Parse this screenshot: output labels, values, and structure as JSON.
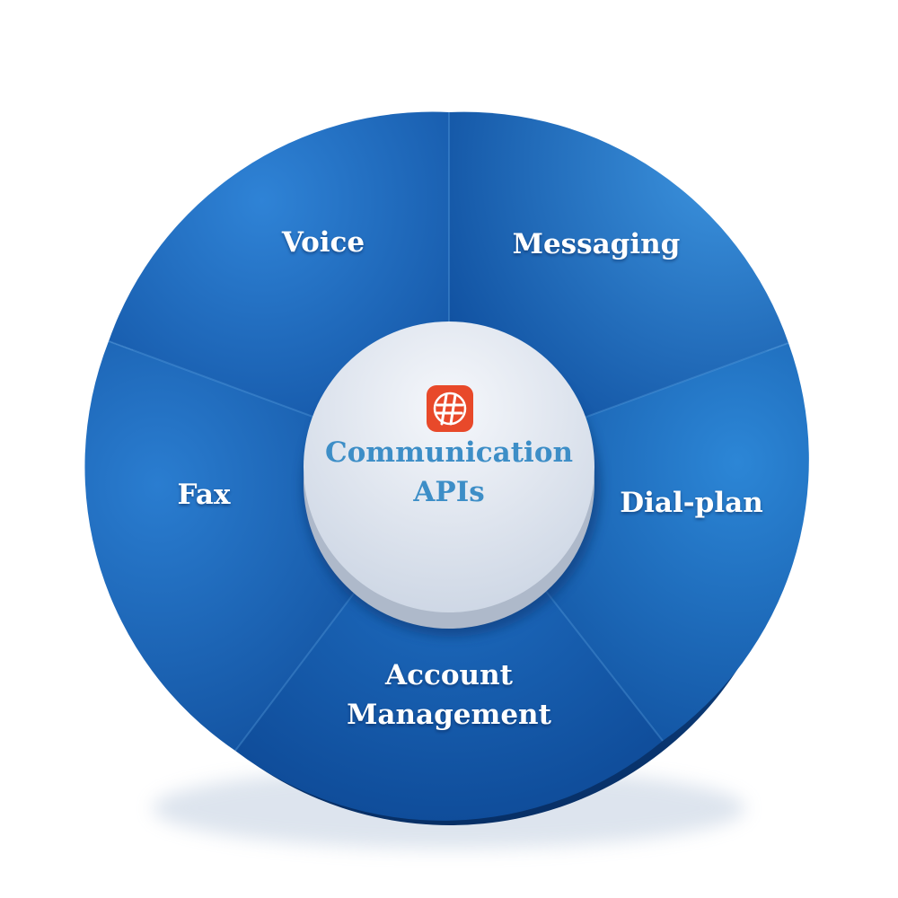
{
  "center": {
    "title_line1": "Communication",
    "title_line2": "APIs",
    "logo_icon": "hash-logo-icon",
    "title_color": "#3d8ec7",
    "logo_color": "#e8492a"
  },
  "segments": [
    {
      "id": "voice",
      "label": "Voice"
    },
    {
      "id": "messaging",
      "label": "Messaging"
    },
    {
      "id": "dial-plan",
      "label": "Dial-plan"
    },
    {
      "id": "account-management",
      "line1": "Account",
      "line2": "Management"
    },
    {
      "id": "fax",
      "label": "Fax"
    }
  ],
  "colors": {
    "segment_light": "#2b7fd1",
    "segment_dark": "#0d4a9a",
    "rim": "#0a3f80",
    "hub": "#dfe6f0"
  }
}
